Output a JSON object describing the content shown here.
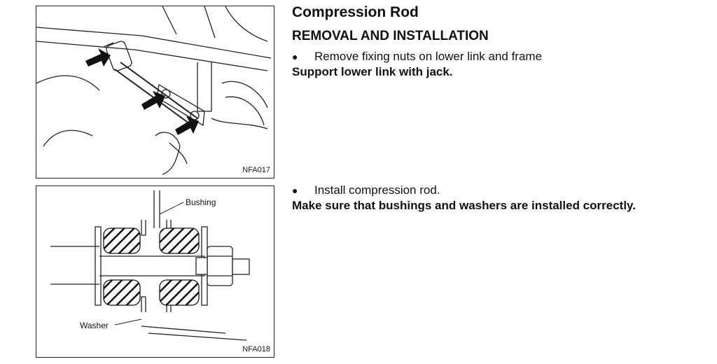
{
  "section_title": "Compression Rod",
  "subsection_title": "REMOVAL AND INSTALLATION",
  "steps": [
    {
      "bullet": "●",
      "text": "Remove fixing nuts on lower link and frame",
      "note": "Support lower link with jack."
    },
    {
      "bullet": "●",
      "text": "Install compression rod.",
      "note": "Make sure that bushings and washers are installed correctly."
    }
  ],
  "figures": [
    {
      "code": "NFA017",
      "callouts": []
    },
    {
      "code": "NFA018",
      "callouts": [
        "Bushing",
        "Washer"
      ]
    }
  ]
}
